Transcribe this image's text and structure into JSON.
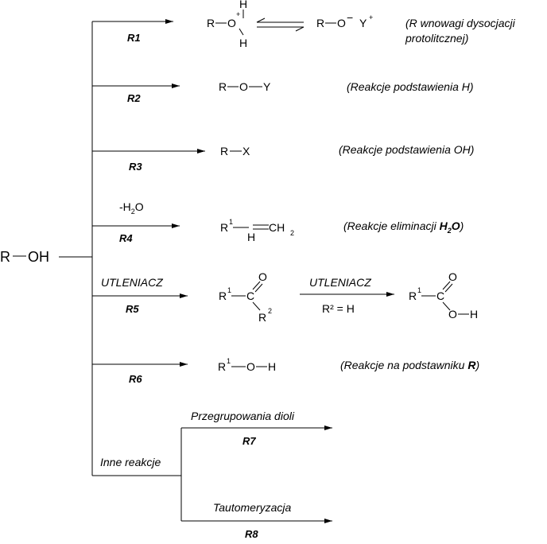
{
  "start": {
    "R": "R",
    "OH": "OH"
  },
  "reactions": {
    "r1": "R1",
    "r2": "R2",
    "r3": "R3",
    "r4": "R4",
    "r5": "R5",
    "r6": "R6",
    "r7": "R7",
    "r8": "R8"
  },
  "reagents": {
    "r4_above": "-H",
    "r4_sub": "2",
    "r4_O": "O",
    "r5_above": "UTLENIACZ",
    "r5b_above": "UTLENIACZ",
    "r5b_below": "R² = H",
    "other": "Inne reakcje",
    "r7_above": "Przegrupowania dioli",
    "r8_above": "Tautomeryzacja"
  },
  "notes": {
    "n1_line1": "(R  wnowagi dysocjacji",
    "n1_line2": "protolitcznej)",
    "n2": "(Reakcje podstawienia H)",
    "n3": "(Reakcje podstawienia OH)",
    "n4_pre": "(Reakcje eliminacji ",
    "n4_bold_H": "H",
    "n4_bold_sub": "2",
    "n4_bold_O": "O",
    "n4_post": ")",
    "n6_pre": "(Reakcje na podstawniku ",
    "n6_bold": "R",
    "n6_post": ")"
  },
  "structures": {
    "s1_left": {
      "R": "R",
      "O": "O",
      "plus": "+",
      "H_top": "H",
      "H_bottom": "H"
    },
    "s1_right": {
      "R": "R",
      "O": "O",
      "minus": "−",
      "Y": "Y",
      "plus": "+"
    },
    "s2": {
      "R": "R",
      "O": "O",
      "Y": "Y"
    },
    "s3": {
      "R": "R",
      "X": "X"
    },
    "s4": {
      "R": "R",
      "sup1": "1",
      "H": "H",
      "CH": "CH",
      "sub2": "2"
    },
    "s5a": {
      "R1": "R",
      "sup1": "1",
      "C": "C",
      "O": "O",
      "R2": "R",
      "sup2": "2"
    },
    "s5b": {
      "R": "R",
      "sup1": "1",
      "C": "C",
      "O_top": "O",
      "O": "O",
      "H": "H"
    },
    "s6": {
      "R": "R",
      "sup1": "1",
      "O": "O",
      "H": "H"
    }
  }
}
